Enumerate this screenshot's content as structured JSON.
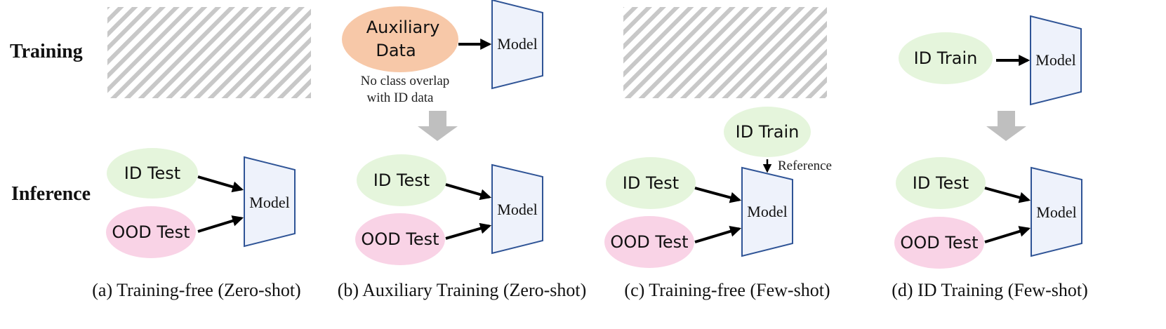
{
  "row_labels": {
    "training": "Training",
    "inference": "Inference"
  },
  "panels": [
    {
      "caption": "(a) Training-free (Zero-shot)",
      "inference": {
        "id_label": "ID Test",
        "ood_label": "OOD Test",
        "model_label": "Model"
      }
    },
    {
      "caption": "(b) Auxiliary Training (Zero-shot)",
      "training": {
        "aux_line1": "Auxiliary",
        "aux_line2": "Data",
        "model_label": "Model",
        "note_line1": "No class overlap",
        "note_line2": "with ID data"
      },
      "inference": {
        "id_label": "ID Test",
        "ood_label": "OOD Test",
        "model_label": "Model"
      }
    },
    {
      "caption": "(c) Training-free (Few-shot)",
      "inference": {
        "id_train_label": "ID Train",
        "reference_label": "Reference",
        "id_label": "ID Test",
        "ood_label": "OOD Test",
        "model_label": "Model"
      }
    },
    {
      "caption": "(d) ID Training (Few-shot)",
      "training": {
        "id_train_label": "ID Train",
        "model_label": "Model"
      },
      "inference": {
        "id_label": "ID Test",
        "ood_label": "OOD Test",
        "model_label": "Model"
      }
    }
  ],
  "colors": {
    "id_fill": "#e5f5dc",
    "ood_fill": "#f9d3e6",
    "aux_fill": "#f7c8a8",
    "model_fill": "#eef2fb",
    "model_stroke": "#2f5496",
    "hatch": "#c8c8c8",
    "big_arrow": "#bfbfbf"
  }
}
